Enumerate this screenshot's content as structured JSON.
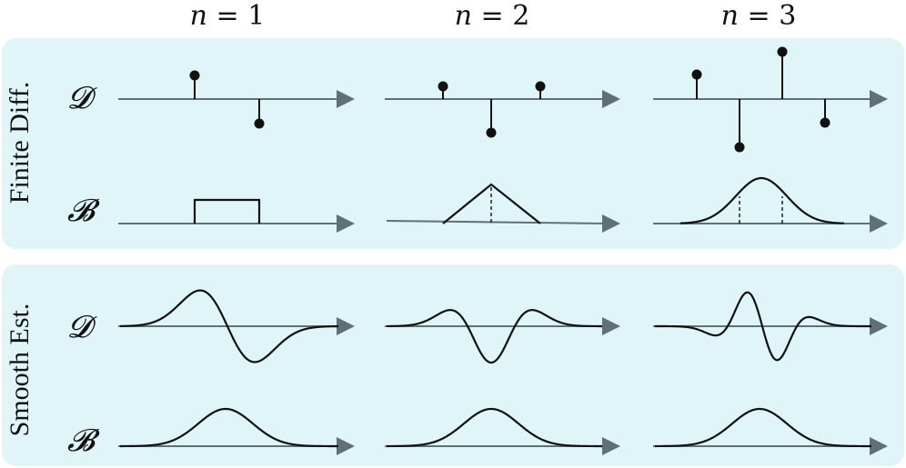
{
  "columns": [
    {
      "var": "n",
      "eq": "=",
      "num": "1"
    },
    {
      "var": "n",
      "eq": "=",
      "num": "2"
    },
    {
      "var": "n",
      "eq": "=",
      "num": "3"
    }
  ],
  "groups": [
    {
      "title": "Finite Diff.",
      "rows": [
        "𝓓",
        "𝓑"
      ]
    },
    {
      "title": "Smooth Est.",
      "rows": [
        "𝓓",
        "𝓑"
      ]
    }
  ],
  "colors": {
    "panel": "#e0f5f8",
    "axis": "#5f7177",
    "curve": "#111111"
  }
}
